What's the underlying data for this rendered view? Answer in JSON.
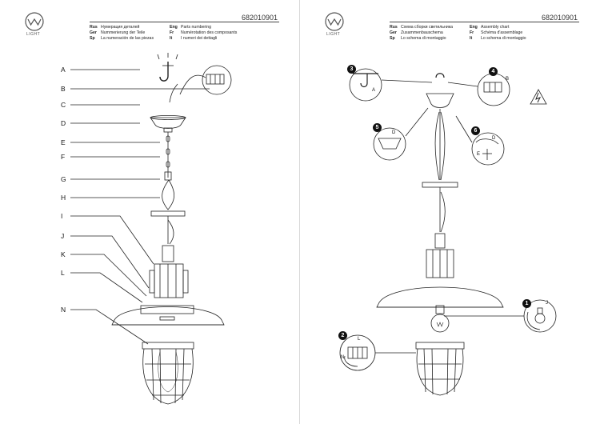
{
  "logo_text": "LIGHT",
  "product_code": "682010901",
  "left_legend": {
    "col1": [
      {
        "lang": "Rus",
        "text": "Нумерация деталей"
      },
      {
        "lang": "Ger",
        "text": "Nummerierung der Teile"
      },
      {
        "lang": "Sp",
        "text": "La numeración de las piezas"
      }
    ],
    "col2": [
      {
        "lang": "Eng",
        "text": "Parts numbering"
      },
      {
        "lang": "Fr",
        "text": "Numérotation des composants"
      },
      {
        "lang": "It",
        "text": "I numeri dei dettagli"
      }
    ]
  },
  "right_legend": {
    "col1": [
      {
        "lang": "Rus",
        "text": "Схема сборки светильника"
      },
      {
        "lang": "Ger",
        "text": "Zusammenbauschema"
      },
      {
        "lang": "Sp",
        "text": "Lo schema di montaggio"
      }
    ],
    "col2": [
      {
        "lang": "Eng",
        "text": "Assembly chart"
      },
      {
        "lang": "Fr",
        "text": "Schéma d'assemblage"
      },
      {
        "lang": "It",
        "text": "Lo schema di montaggio"
      }
    ]
  },
  "parts": [
    "A",
    "B",
    "C",
    "D",
    "E",
    "F",
    "G",
    "H",
    "I",
    "J",
    "K",
    "L",
    "N"
  ],
  "steps": [
    "1",
    "2",
    "3",
    "4",
    "5",
    "6"
  ],
  "callout_letters": {
    "step1": "J",
    "step2_top": "L",
    "step2_side": "N",
    "step3": "A",
    "step4": "B",
    "step5": "D",
    "step6_d": "D",
    "step6_e": "E"
  }
}
